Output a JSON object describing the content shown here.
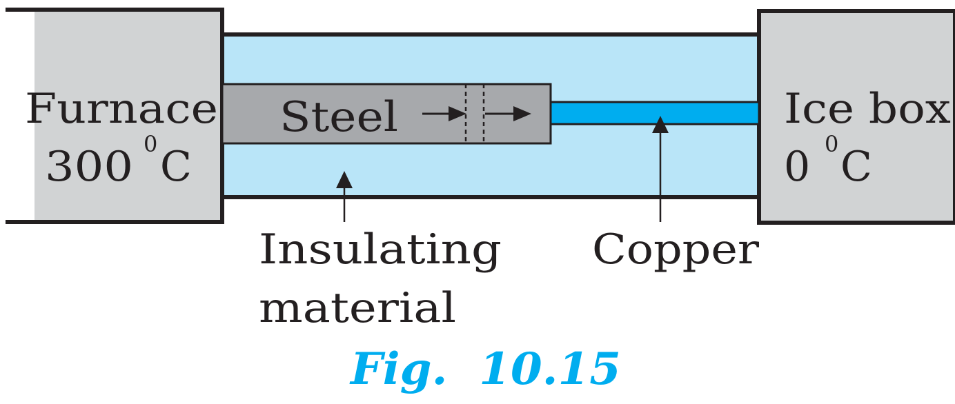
{
  "figure": {
    "caption": "Fig.  10.15"
  },
  "furnace": {
    "name": "Furnace",
    "temperature_value": "300",
    "temperature_degree": "0",
    "temperature_unit": "C"
  },
  "ice_box": {
    "name": "Ice box",
    "temperature_value": "0",
    "temperature_degree": "0",
    "temperature_unit": "C"
  },
  "rods": {
    "steel_label": "Steel",
    "copper_label": "Copper"
  },
  "insulation": {
    "label_line1": "Insulating",
    "label_line2": "material"
  },
  "colors": {
    "box_fill": "#d1d3d4",
    "insulation_fill": "#b9e5f8",
    "steel_fill": "#a7a9ac",
    "copper_fill": "#00adef",
    "outline": "#231f20",
    "caption": "#00adef"
  }
}
